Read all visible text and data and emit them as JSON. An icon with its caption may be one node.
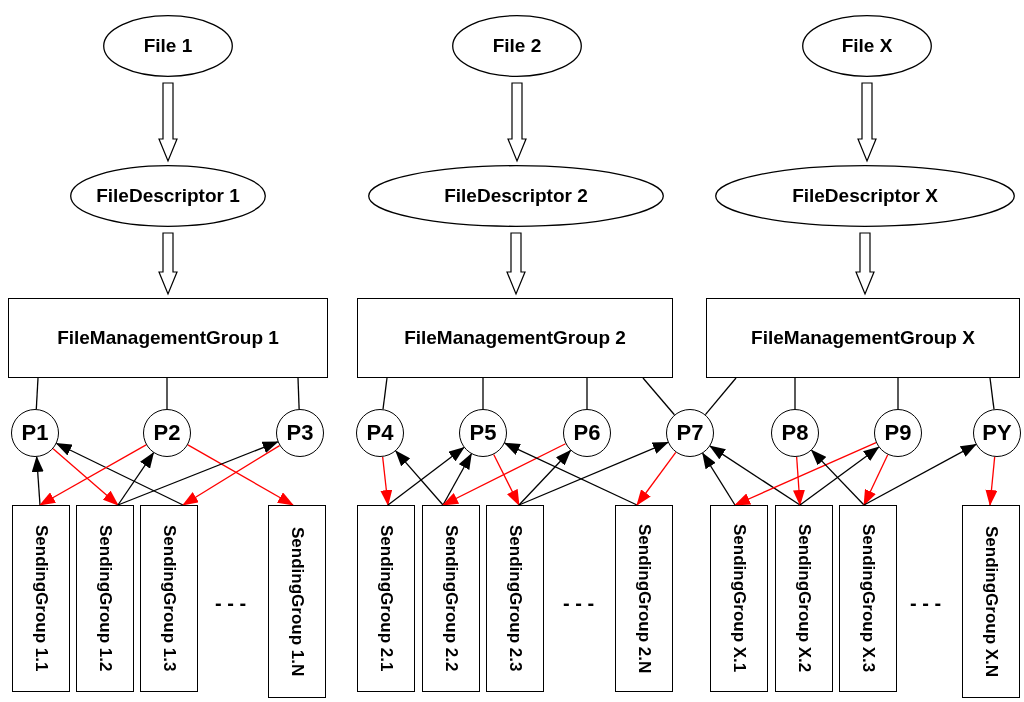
{
  "diagram": {
    "nodes": [
      {
        "text": [
          "File 1"
        ]
      },
      {
        "text": [
          "File 2"
        ]
      },
      {
        "text": [
          "File X"
        ]
      },
      {
        "text": [
          "FileDescriptor 1"
        ]
      },
      {
        "text": [
          "FileDescriptor 2"
        ]
      },
      {
        "text": [
          "FileDescriptor X"
        ]
      },
      {
        "text": [
          "FileManagementGroup 1"
        ]
      },
      {
        "text": [
          "FileManagementGroup 2"
        ]
      },
      {
        "text": [
          "FileManagementGroup X"
        ]
      },
      {
        "text": [
          "P1"
        ]
      },
      {
        "text": [
          "P2"
        ]
      },
      {
        "text": [
          "P3"
        ]
      },
      {
        "text": [
          "P4"
        ]
      },
      {
        "text": [
          "P5"
        ]
      },
      {
        "text": [
          "P6"
        ]
      },
      {
        "text": [
          "P7"
        ]
      },
      {
        "text": [
          "P8"
        ]
      },
      {
        "text": [
          "P9"
        ]
      },
      {
        "text": [
          "PY"
        ]
      },
      {
        "text": [
          "SendingGroup 1.1"
        ]
      },
      {
        "text": [
          "SendingGroup 1.2"
        ]
      },
      {
        "text": [
          "SendingGroup 1.3"
        ]
      },
      {
        "text": [
          "SendingGroup 1.N"
        ]
      },
      {
        "text": [
          "SendingGroup 2.1"
        ]
      },
      {
        "text": [
          "SendingGroup 2.2"
        ]
      },
      {
        "text": [
          "SendingGroup 2.3"
        ]
      },
      {
        "text": [
          "SendingGroup 2.N"
        ]
      },
      {
        "text": [
          "SendingGroup X.1"
        ]
      },
      {
        "text": [
          "SendingGroup X.2"
        ]
      },
      {
        "text": [
          "SendingGroup X.3"
        ]
      },
      {
        "text": [
          "SendingGroup X.N"
        ]
      }
    ],
    "edges": [
      {
        "from": 0,
        "to": 3,
        "arrow": "to",
        "style": "thick"
      },
      {
        "from": 1,
        "to": 4,
        "arrow": "to",
        "style": "thick"
      },
      {
        "from": 2,
        "to": 5,
        "arrow": "to",
        "style": "thick"
      },
      {
        "from": 3,
        "to": 6,
        "arrow": "to",
        "style": "thick"
      },
      {
        "from": 4,
        "to": 7,
        "arrow": "to",
        "style": "thick"
      },
      {
        "from": 5,
        "to": 8,
        "arrow": "to",
        "style": "thick"
      },
      {
        "from": 6,
        "to": 9,
        "arrow": "none"
      },
      {
        "from": 6,
        "to": 10,
        "arrow": "none"
      },
      {
        "from": 6,
        "to": 11,
        "arrow": "none"
      },
      {
        "from": 7,
        "to": 12,
        "arrow": "none"
      },
      {
        "from": 7,
        "to": 13,
        "arrow": "none"
      },
      {
        "from": 7,
        "to": 14,
        "arrow": "none"
      },
      {
        "from": 7,
        "to": 15,
        "arrow": "none"
      },
      {
        "from": 8,
        "to": 15,
        "arrow": "none"
      },
      {
        "from": 8,
        "to": 16,
        "arrow": "none"
      },
      {
        "from": 8,
        "to": 17,
        "arrow": "none"
      },
      {
        "from": 8,
        "to": 18,
        "arrow": "none"
      },
      {
        "from": 19,
        "to": 9,
        "arrow": "to"
      },
      {
        "from": 9,
        "to": 20,
        "arrow": "to",
        "color": "#ff0000"
      },
      {
        "from": 21,
        "to": 9,
        "arrow": "to"
      },
      {
        "from": 10,
        "to": 19,
        "arrow": "to",
        "color": "#ff0000"
      },
      {
        "from": 20,
        "to": 10,
        "arrow": "to"
      },
      {
        "from": 10,
        "to": 22,
        "arrow": "to",
        "color": "#ff0000"
      },
      {
        "from": 20,
        "to": 11,
        "arrow": "to"
      },
      {
        "from": 11,
        "to": 21,
        "arrow": "to",
        "color": "#ff0000"
      },
      {
        "from": 12,
        "to": 23,
        "arrow": "to",
        "color": "#ff0000"
      },
      {
        "from": 23,
        "to": 13,
        "arrow": "to"
      },
      {
        "from": 24,
        "to": 12,
        "arrow": "to"
      },
      {
        "from": 24,
        "to": 13,
        "arrow": "to"
      },
      {
        "from": 14,
        "to": 24,
        "arrow": "to",
        "color": "#ff0000"
      },
      {
        "from": 13,
        "to": 25,
        "arrow": "to",
        "color": "#ff0000"
      },
      {
        "from": 25,
        "to": 14,
        "arrow": "to"
      },
      {
        "from": 25,
        "to": 15,
        "arrow": "to"
      },
      {
        "from": 26,
        "to": 13,
        "arrow": "to"
      },
      {
        "from": 15,
        "to": 26,
        "arrow": "to",
        "color": "#ff0000"
      },
      {
        "from": 27,
        "to": 15,
        "arrow": "to"
      },
      {
        "from": 28,
        "to": 15,
        "arrow": "to"
      },
      {
        "from": 17,
        "to": 27,
        "arrow": "to",
        "color": "#ff0000"
      },
      {
        "from": 16,
        "to": 28,
        "arrow": "to",
        "color": "#ff0000"
      },
      {
        "from": 28,
        "to": 17,
        "arrow": "to"
      },
      {
        "from": 29,
        "to": 16,
        "arrow": "to"
      },
      {
        "from": 17,
        "to": 29,
        "arrow": "to",
        "color": "#ff0000"
      },
      {
        "from": 29,
        "to": 18,
        "arrow": "to"
      },
      {
        "from": 18,
        "to": 30,
        "arrow": "to",
        "color": "#ff0000"
      }
    ],
    "labels": [
      "- - -",
      "- - -",
      "- - -"
    ]
  }
}
